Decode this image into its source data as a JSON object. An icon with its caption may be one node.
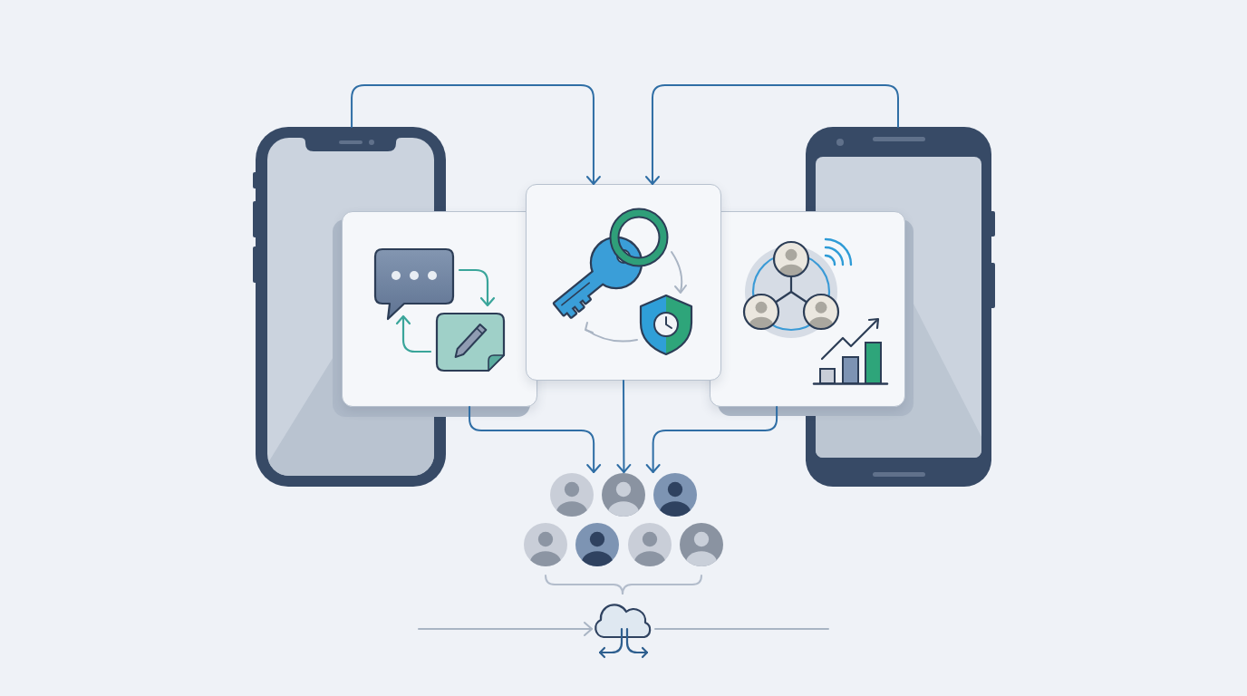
{
  "diagram": {
    "nodes": [
      {
        "text": [],
        "shape": "picture"
      },
      {
        "text": [],
        "shape": "picture"
      },
      {
        "text": [],
        "shape": "box"
      },
      {
        "text": [],
        "shape": "box"
      },
      {
        "text": [],
        "shape": "box"
      },
      {
        "text": [],
        "shape": "person"
      },
      {
        "text": [],
        "shape": "cloud"
      }
    ],
    "edges": [
      {
        "from": 0,
        "to": 3,
        "arrow": "to"
      },
      {
        "from": 1,
        "to": 3,
        "arrow": "to"
      },
      {
        "from": 2,
        "to": 5,
        "arrow": "to"
      },
      {
        "from": 3,
        "to": 5,
        "arrow": "to"
      },
      {
        "from": 4,
        "to": 5,
        "arrow": "to"
      },
      {
        "from": null,
        "to": 6,
        "arrow": "to",
        "color": "#a9b5c4"
      },
      {
        "from": 6,
        "to": null,
        "arrow": "none",
        "color": "#a9b5c4"
      }
    ]
  }
}
